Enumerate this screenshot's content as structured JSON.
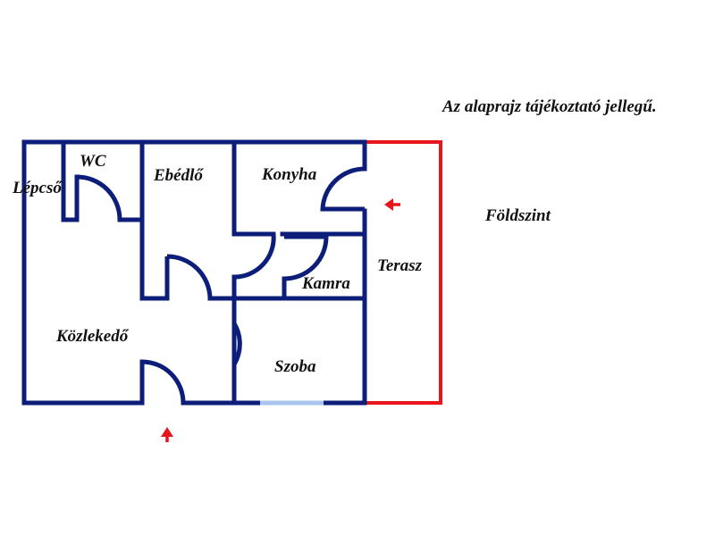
{
  "note": "Az alaprajz tájékoztató jellegű.",
  "level": "Földszint",
  "rooms": {
    "lepcso": "Lépcső",
    "wc": "WC",
    "ebedlo": "Ebédlő",
    "konyha": "Konyha",
    "kamra": "Kamra",
    "terasz": "Terasz",
    "kozlekedo": "Közlekedő",
    "szoba": "Szoba"
  },
  "colors": {
    "wall": "#0d1d7a",
    "terrace_outline": "#e8161c",
    "window": "#a9c5ee",
    "arrow": "#e8161c"
  }
}
